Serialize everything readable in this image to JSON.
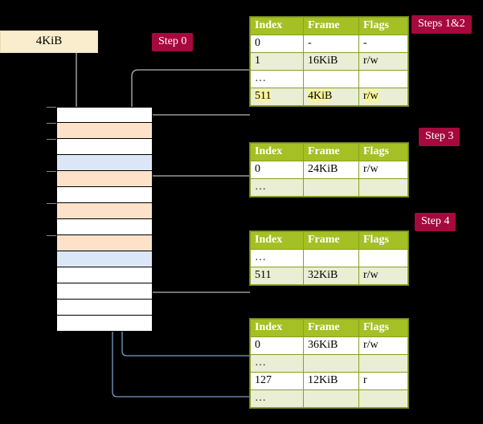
{
  "labels": {
    "caption_4kib": "4KiB",
    "step0": "Step 0",
    "steps12": "Steps 1&2",
    "step3": "Step 3",
    "step4": "Step 4"
  },
  "colors": {
    "pill_bg": "#a6093d",
    "pill_fg": "#ffffff",
    "table_header_bg": "#a4c024",
    "table_header_fg": "#ffffff",
    "table_alt_row_bg": "#e9eed4",
    "table_border": "#8ba01f",
    "caption_bg": "#faedcd",
    "mem_orange": "#fde1c8",
    "mem_blue": "#dbe7f7",
    "mem_white": "#ffffff",
    "wire_gray": "#b5b5b5",
    "wire_blue": "#7d9cc4"
  },
  "memory": {
    "rows": [
      {
        "fill": "white"
      },
      {
        "fill": "orange"
      },
      {
        "fill": "white"
      },
      {
        "fill": "blue"
      },
      {
        "fill": "orange"
      },
      {
        "fill": "white"
      },
      {
        "fill": "orange"
      },
      {
        "fill": "white"
      },
      {
        "fill": "orange"
      },
      {
        "fill": "blue"
      },
      {
        "fill": "white"
      },
      {
        "fill": "white"
      },
      {
        "fill": "white"
      },
      {
        "fill": "white"
      }
    ]
  },
  "tables": [
    {
      "name": "level-4-table",
      "headers": [
        "Index",
        "Frame",
        "Flags"
      ],
      "rows": [
        {
          "style": "norm",
          "cells": [
            "0",
            "-",
            "-"
          ]
        },
        {
          "style": "alt",
          "cells": [
            "1",
            "16KiB",
            "r/w"
          ]
        },
        {
          "style": "norm",
          "cells": [
            "…",
            "",
            ""
          ]
        },
        {
          "style": "alt",
          "cells": [
            "511",
            "4KiB",
            "r/w"
          ],
          "highlight": true
        }
      ]
    },
    {
      "name": "level-3-table",
      "headers": [
        "Index",
        "Frame",
        "Flags"
      ],
      "rows": [
        {
          "style": "norm",
          "cells": [
            "0",
            "24KiB",
            "r/w"
          ]
        },
        {
          "style": "alt",
          "cells": [
            "…",
            "",
            ""
          ]
        }
      ]
    },
    {
      "name": "level-2-table",
      "headers": [
        "Index",
        "Frame",
        "Flags"
      ],
      "rows": [
        {
          "style": "norm",
          "cells": [
            "…",
            "",
            ""
          ]
        },
        {
          "style": "alt",
          "cells": [
            "511",
            "32KiB",
            "r/w"
          ]
        }
      ]
    },
    {
      "name": "level-1-table",
      "headers": [
        "Index",
        "Frame",
        "Flags"
      ],
      "rows": [
        {
          "style": "norm",
          "cells": [
            "0",
            "36KiB",
            "r/w"
          ]
        },
        {
          "style": "alt",
          "cells": [
            "…",
            "",
            ""
          ]
        },
        {
          "style": "norm",
          "cells": [
            "127",
            "12KiB",
            "r"
          ]
        },
        {
          "style": "alt",
          "cells": [
            "…",
            "",
            ""
          ]
        }
      ]
    }
  ]
}
